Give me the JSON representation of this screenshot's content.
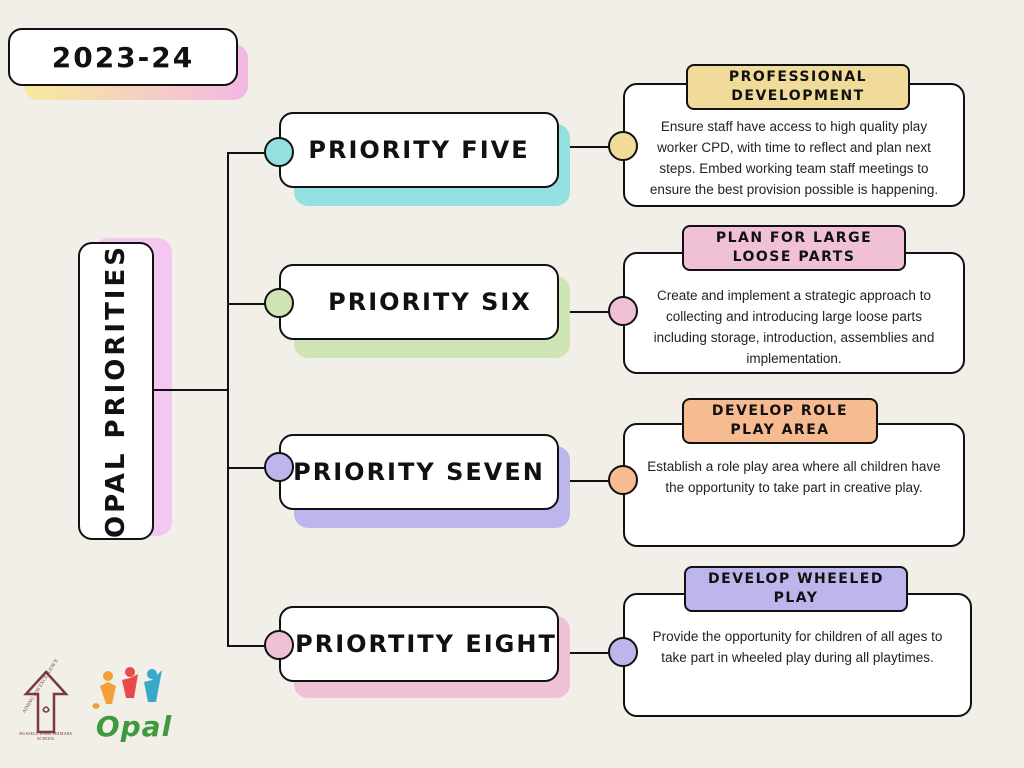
{
  "year": "2023-24",
  "main_title": "OPAL PRIORITIES",
  "colors": {
    "background": "#f1efe8",
    "teal": "#94dfe0",
    "green": "#cfe4b4",
    "lavender": "#bcb6ec",
    "pink": "#efc0d6",
    "yellow": "#f1db9a",
    "orange": "#f6bb90",
    "magenta": "#f3c7ef"
  },
  "priorities": [
    {
      "label": "PRIORITY FIVE",
      "tag": "PROFESSIONAL DEVELOPMENT",
      "description": "Ensure staff have access to high quality play worker CPD, with time to reflect and plan next steps. Embed working team staff meetings to ensure the best provision possible is happening."
    },
    {
      "label": "PRIORITY SIX",
      "tag": "PLAN FOR LARGE LOOSE PARTS",
      "description": "Create and implement a strategic approach to collecting and introducing large loose parts including storage, introduction, assemblies and implementation."
    },
    {
      "label": "PRIORITY SEVEN",
      "tag": "DEVELOP ROLE PLAY AREA",
      "description": "Establish a role play area where all children have the opportunity to take part in creative play."
    },
    {
      "label": "PRIORTITY EIGHT",
      "tag": "DEVELOP WHEELED PLAY",
      "description": "Provide the opportunity for children of all ages to take part in wheeled play during all playtimes."
    }
  ],
  "logos": {
    "school_text": "AIMING FOR EXCELLENCE",
    "school_sub": "RUSSELL PARK PRIMARY SCHOOL",
    "opal_text": "Opal"
  }
}
